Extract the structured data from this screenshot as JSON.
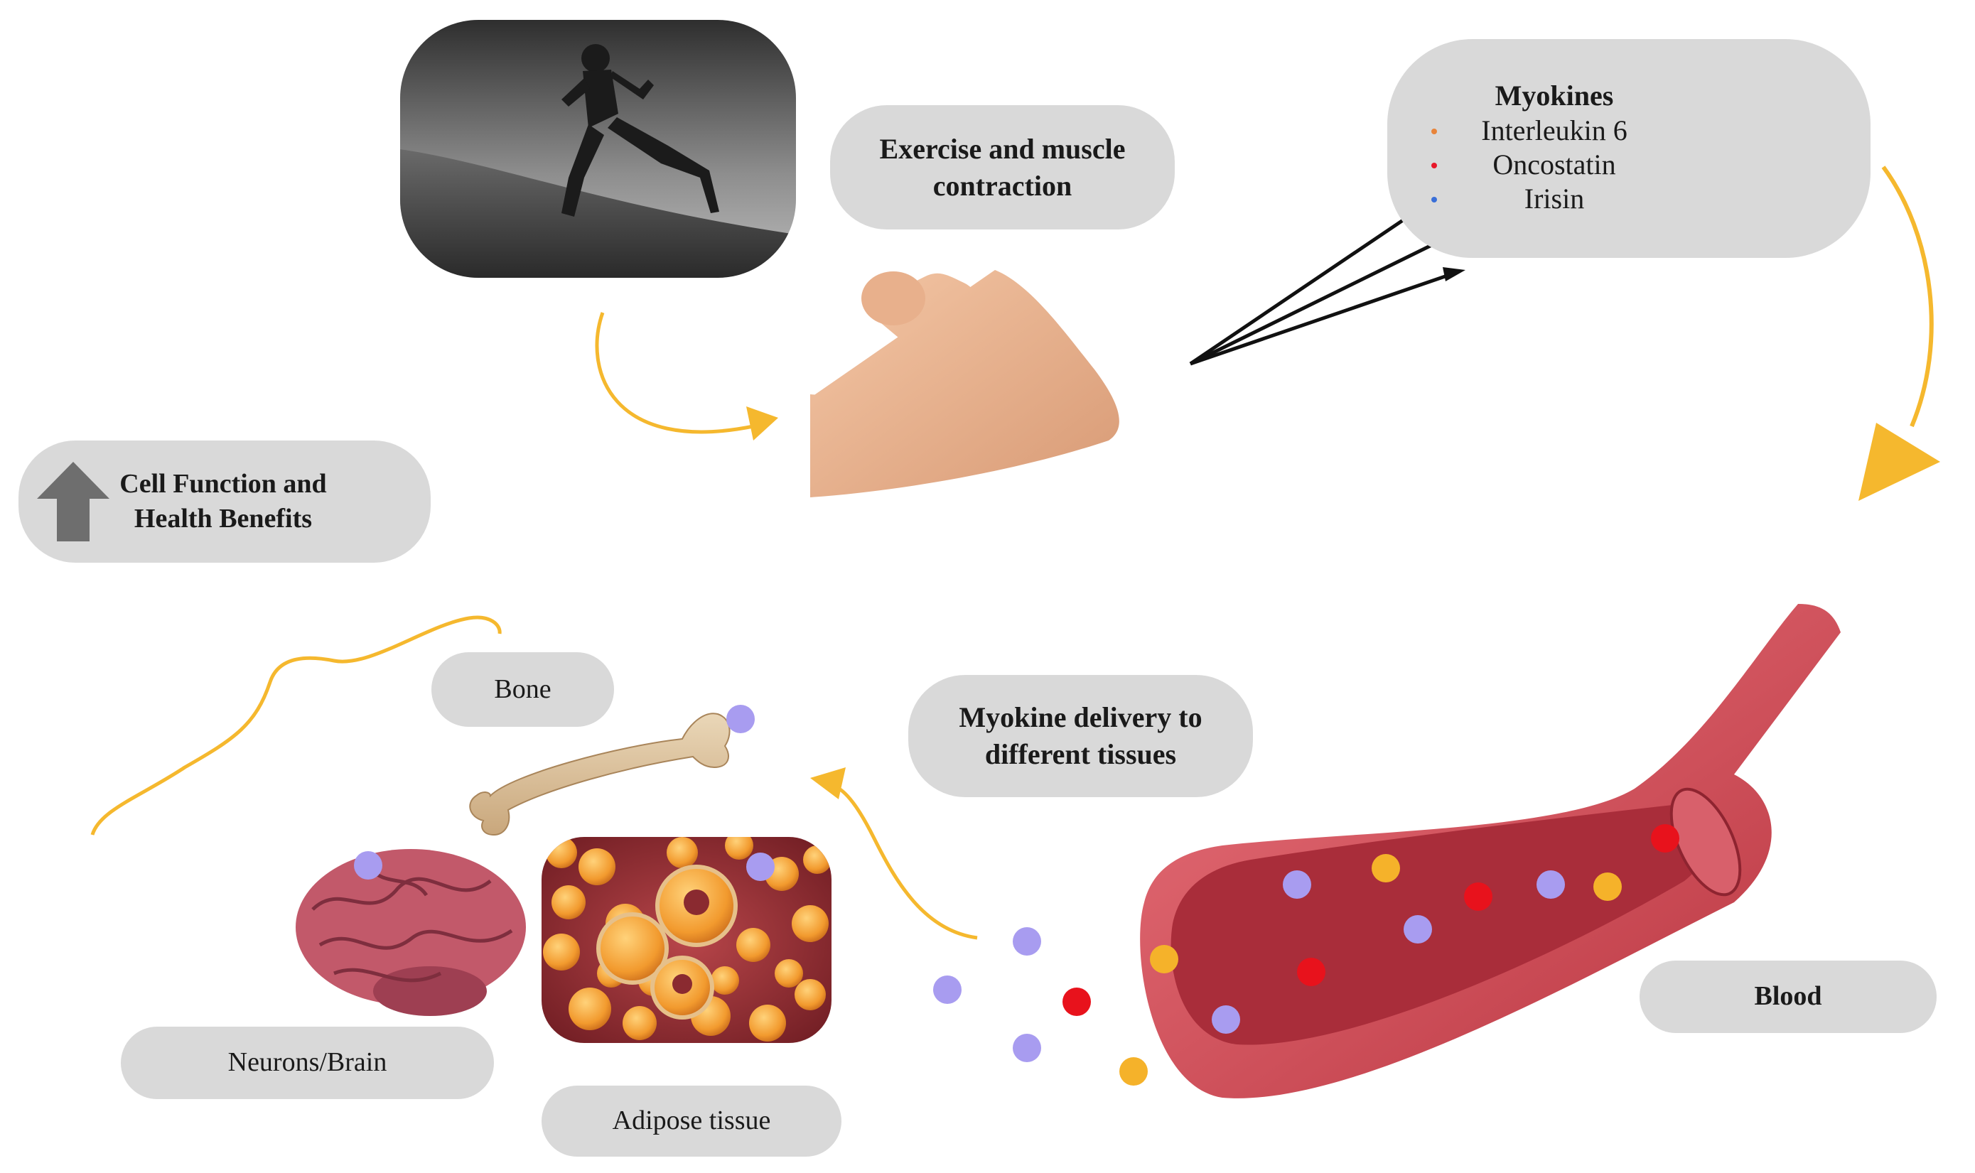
{
  "exercise_label": [
    "Exercise and muscle",
    "contraction"
  ],
  "myokines": {
    "title": "Myokines",
    "items": [
      {
        "label": "Interleukin 6",
        "color": "#e8843a"
      },
      {
        "label": "Oncostatin",
        "color": "#e8182a"
      },
      {
        "label": "Irisin",
        "color": "#3a6fd8"
      }
    ]
  },
  "cell_function_label": [
    "Cell Function and",
    "Health Benefits"
  ],
  "bone_label": "Bone",
  "delivery_label": [
    "Myokine delivery to",
    "different tissues"
  ],
  "blood_label": "Blood",
  "brain_label": "Neurons/Brain",
  "adipose_label": "Adipose tissue",
  "colors": {
    "pill": "#d9d9d9",
    "arrow_yellow": "#f5b82e",
    "up_arrow": "#6e6e6e",
    "particle_purple": "#a89cf0",
    "particle_red": "#e8121c",
    "particle_yellow": "#f5b22a",
    "vessel": "#c94a55"
  }
}
